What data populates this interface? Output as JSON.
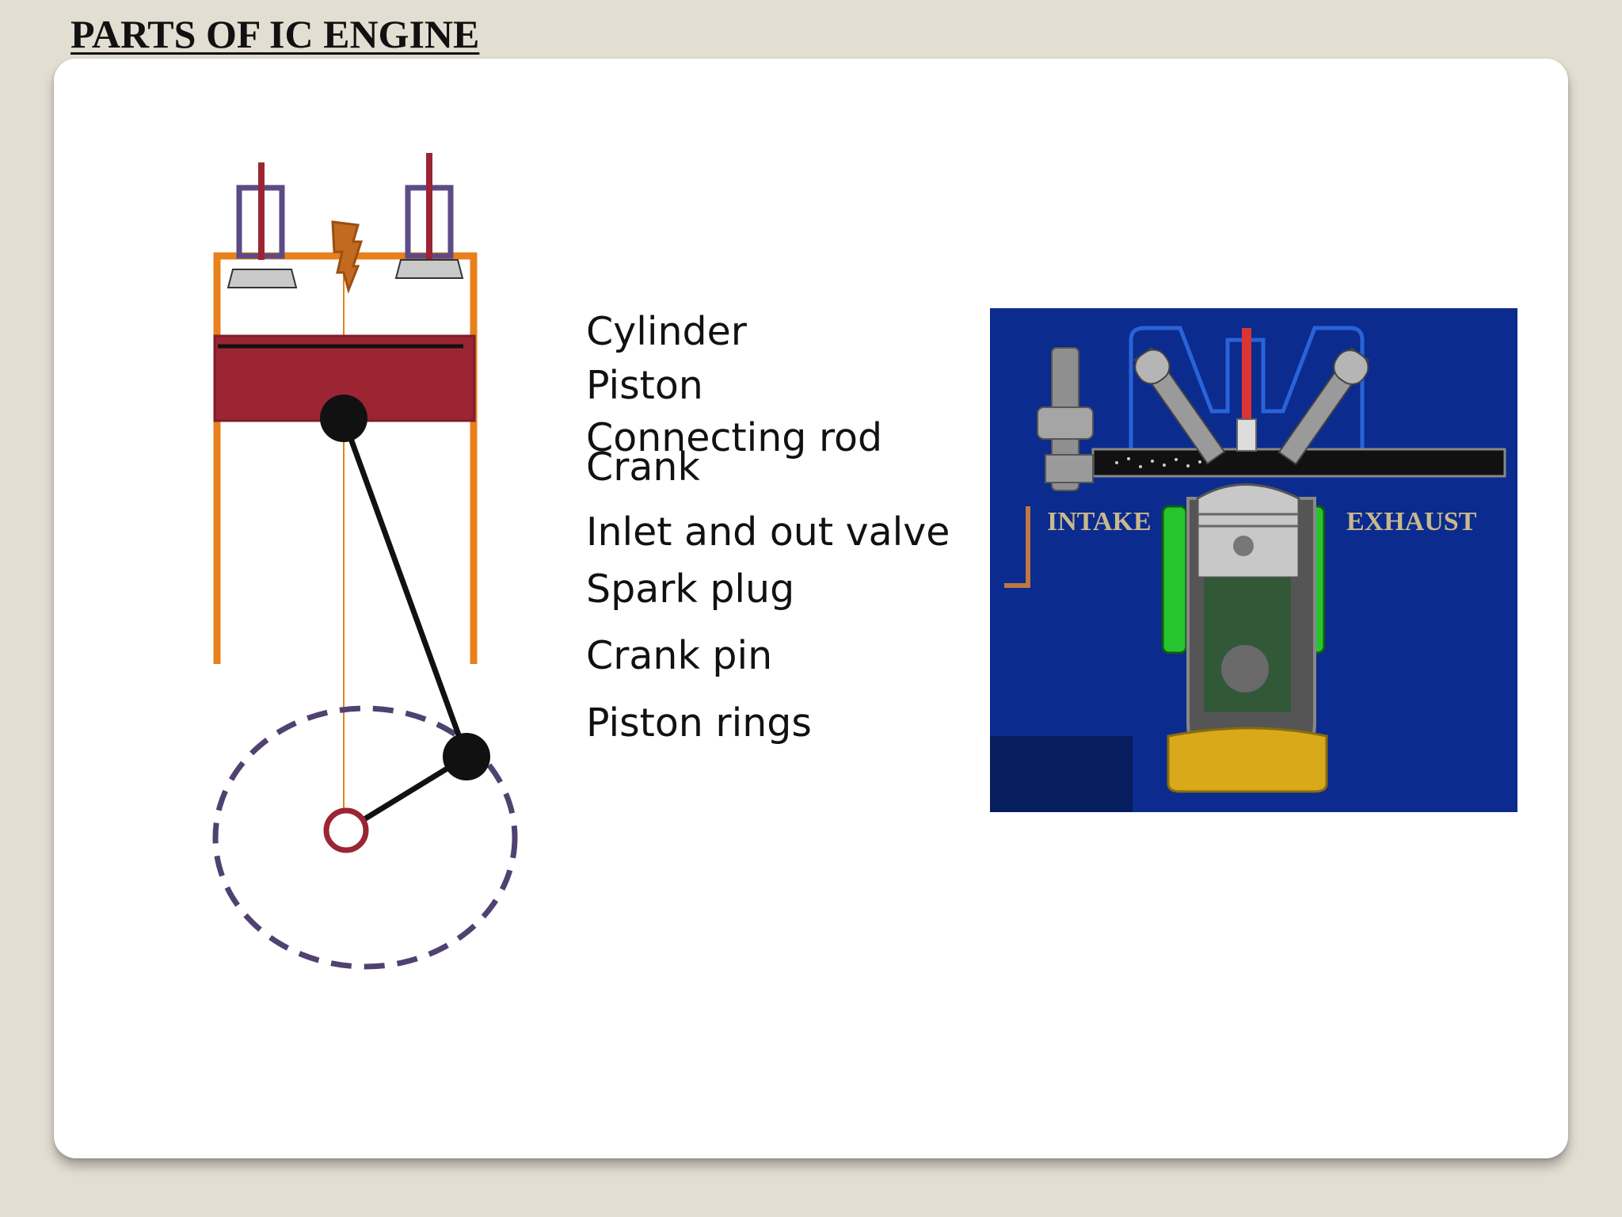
{
  "slide": {
    "title": "PARTS OF IC ENGINE"
  },
  "parts": [
    "Cylinder",
    "Piston",
    "Connecting rod",
    "Crank",
    "Inlet and out valve",
    "Spark plug",
    "Crank pin",
    "Piston rings"
  ],
  "engine_image": {
    "intake_label": "INTAKE",
    "exhaust_label": "EXHAUST"
  },
  "colors": {
    "background": "#e3ded2",
    "cylinder_wall": "#e8801c",
    "piston": "#9b2533",
    "valve_guide": "#5b4b86",
    "valve_stem": "#9b2533",
    "crank_circle": "#4f4270",
    "image_background": "#0b2b8e"
  }
}
